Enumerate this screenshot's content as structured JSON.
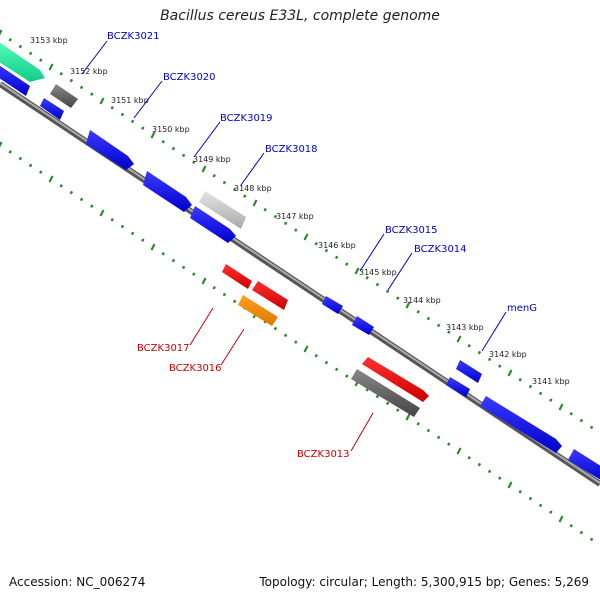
{
  "title": "Bacillus cereus E33L, complete genome",
  "footer": {
    "accession": "Accession: NC_006274",
    "stats": "Topology: circular; Length: 5,300,915 bp; Genes: 5,269"
  },
  "colors": {
    "forward_label": "#0000cc",
    "reverse_label": "#cc0000",
    "backbone": "#777777",
    "ticks": "#2a8a2a"
  },
  "kbp_labels": [
    "3153 kbp",
    "3152 kbp",
    "3151 kbp",
    "3150 kbp",
    "3149 kbp",
    "3148 kbp",
    "3147 kbp",
    "3146 kbp",
    "3145 kbp",
    "3144 kbp",
    "3143 kbp",
    "3142 kbp",
    "3141 kbp"
  ],
  "forward_labels": [
    "BCZK3021",
    "BCZK3020",
    "BCZK3019",
    "BCZK3018",
    "BCZK3015",
    "BCZK3014",
    "menG"
  ],
  "reverse_labels": [
    "BCZK3017",
    "BCZK3016",
    "BCZK3013"
  ]
}
